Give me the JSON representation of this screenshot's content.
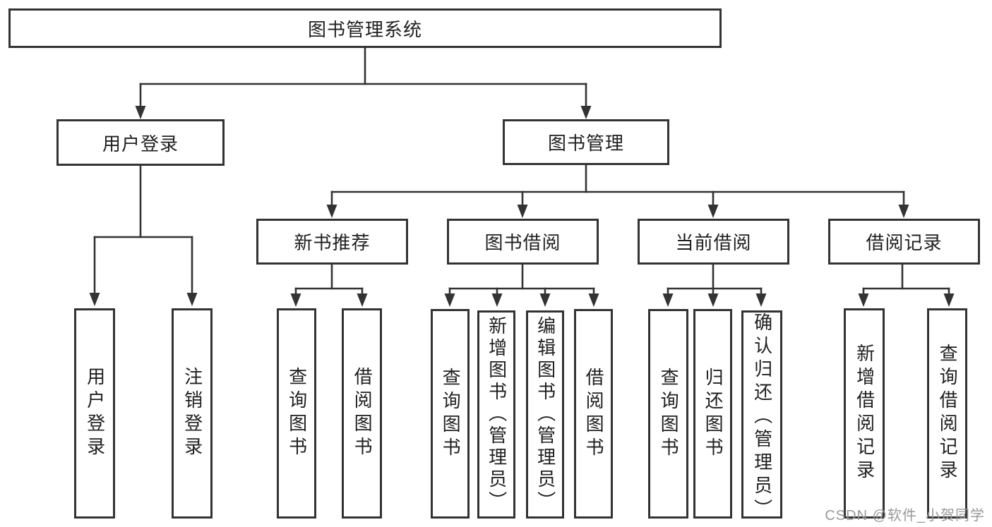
{
  "colors": {
    "line": "#333333",
    "text": "#1f1f1f",
    "box_bg": "#ffffff",
    "watermark": "#999999"
  },
  "watermark": "CSDN @软件_小贺同学",
  "tree": {
    "label": "图书管理系统",
    "children": [
      {
        "label": "用户登录",
        "children": [
          {
            "label": "用户登录"
          },
          {
            "label": "注销登录"
          }
        ]
      },
      {
        "label": "图书管理",
        "children": [
          {
            "label": "新书推荐",
            "children": [
              {
                "label": "查询图书"
              },
              {
                "label": "借阅图书"
              }
            ]
          },
          {
            "label": "图书借阅",
            "children": [
              {
                "label": "查询图书"
              },
              {
                "label": "新增图书（管理员）"
              },
              {
                "label": "编辑图书（管理员）"
              },
              {
                "label": "借阅图书"
              }
            ]
          },
          {
            "label": "当前借阅",
            "children": [
              {
                "label": "查询图书"
              },
              {
                "label": "归还图书"
              },
              {
                "label": "确认归还（管理员）"
              }
            ]
          },
          {
            "label": "借阅记录",
            "children": [
              {
                "label": "新增借阅记录"
              },
              {
                "label": "查询借阅记录"
              }
            ]
          }
        ]
      }
    ]
  }
}
